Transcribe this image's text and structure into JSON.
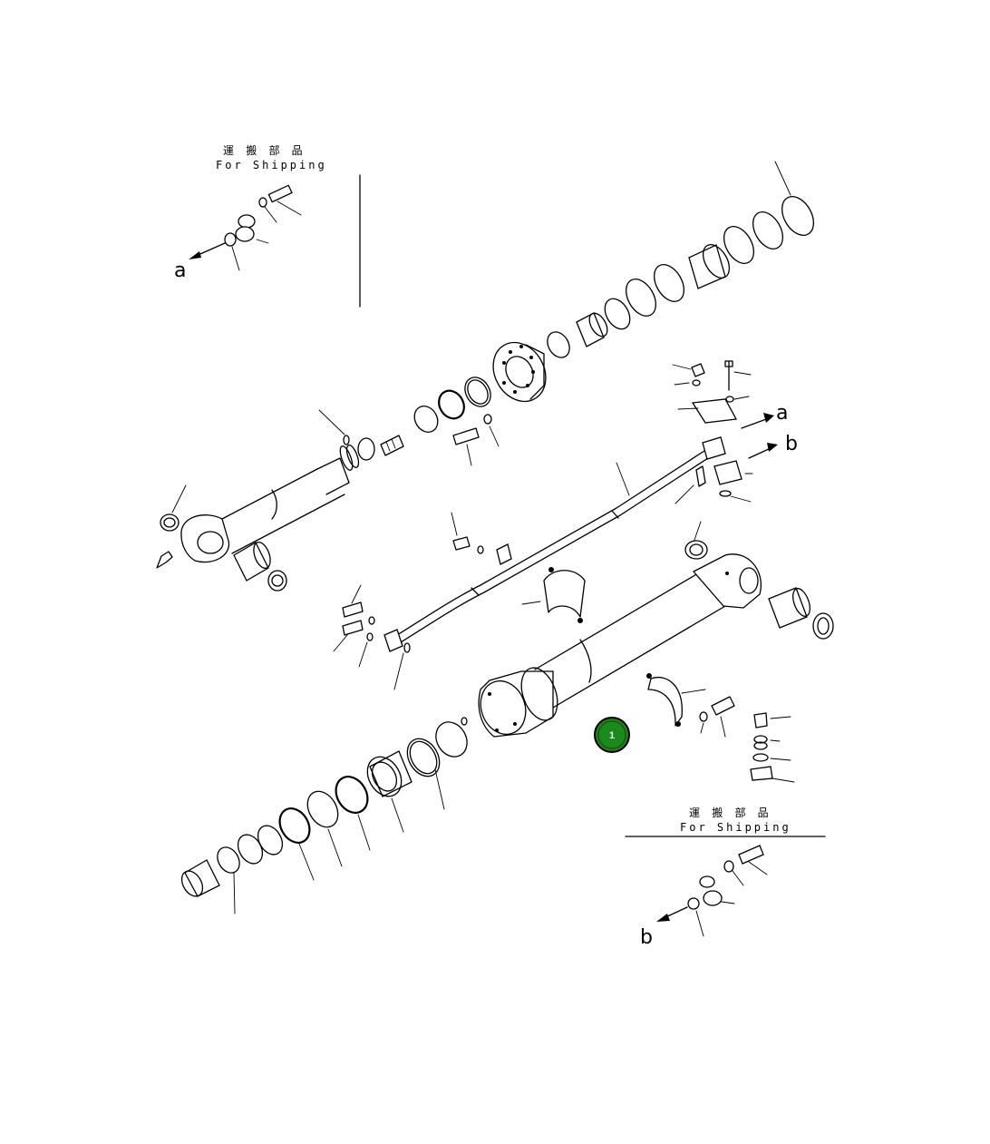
{
  "shipping_top": {
    "jp_text": "運 搬 部 品",
    "en_text": "For Shipping",
    "arrow_label": "a"
  },
  "shipping_bottom": {
    "jp_text": "運 搬 部 品",
    "en_text": "For Shipping",
    "arrow_label": "b"
  },
  "refs": {
    "a": "a",
    "b": "b"
  },
  "callout": {
    "number": "1",
    "color": "#1a8a1a"
  }
}
